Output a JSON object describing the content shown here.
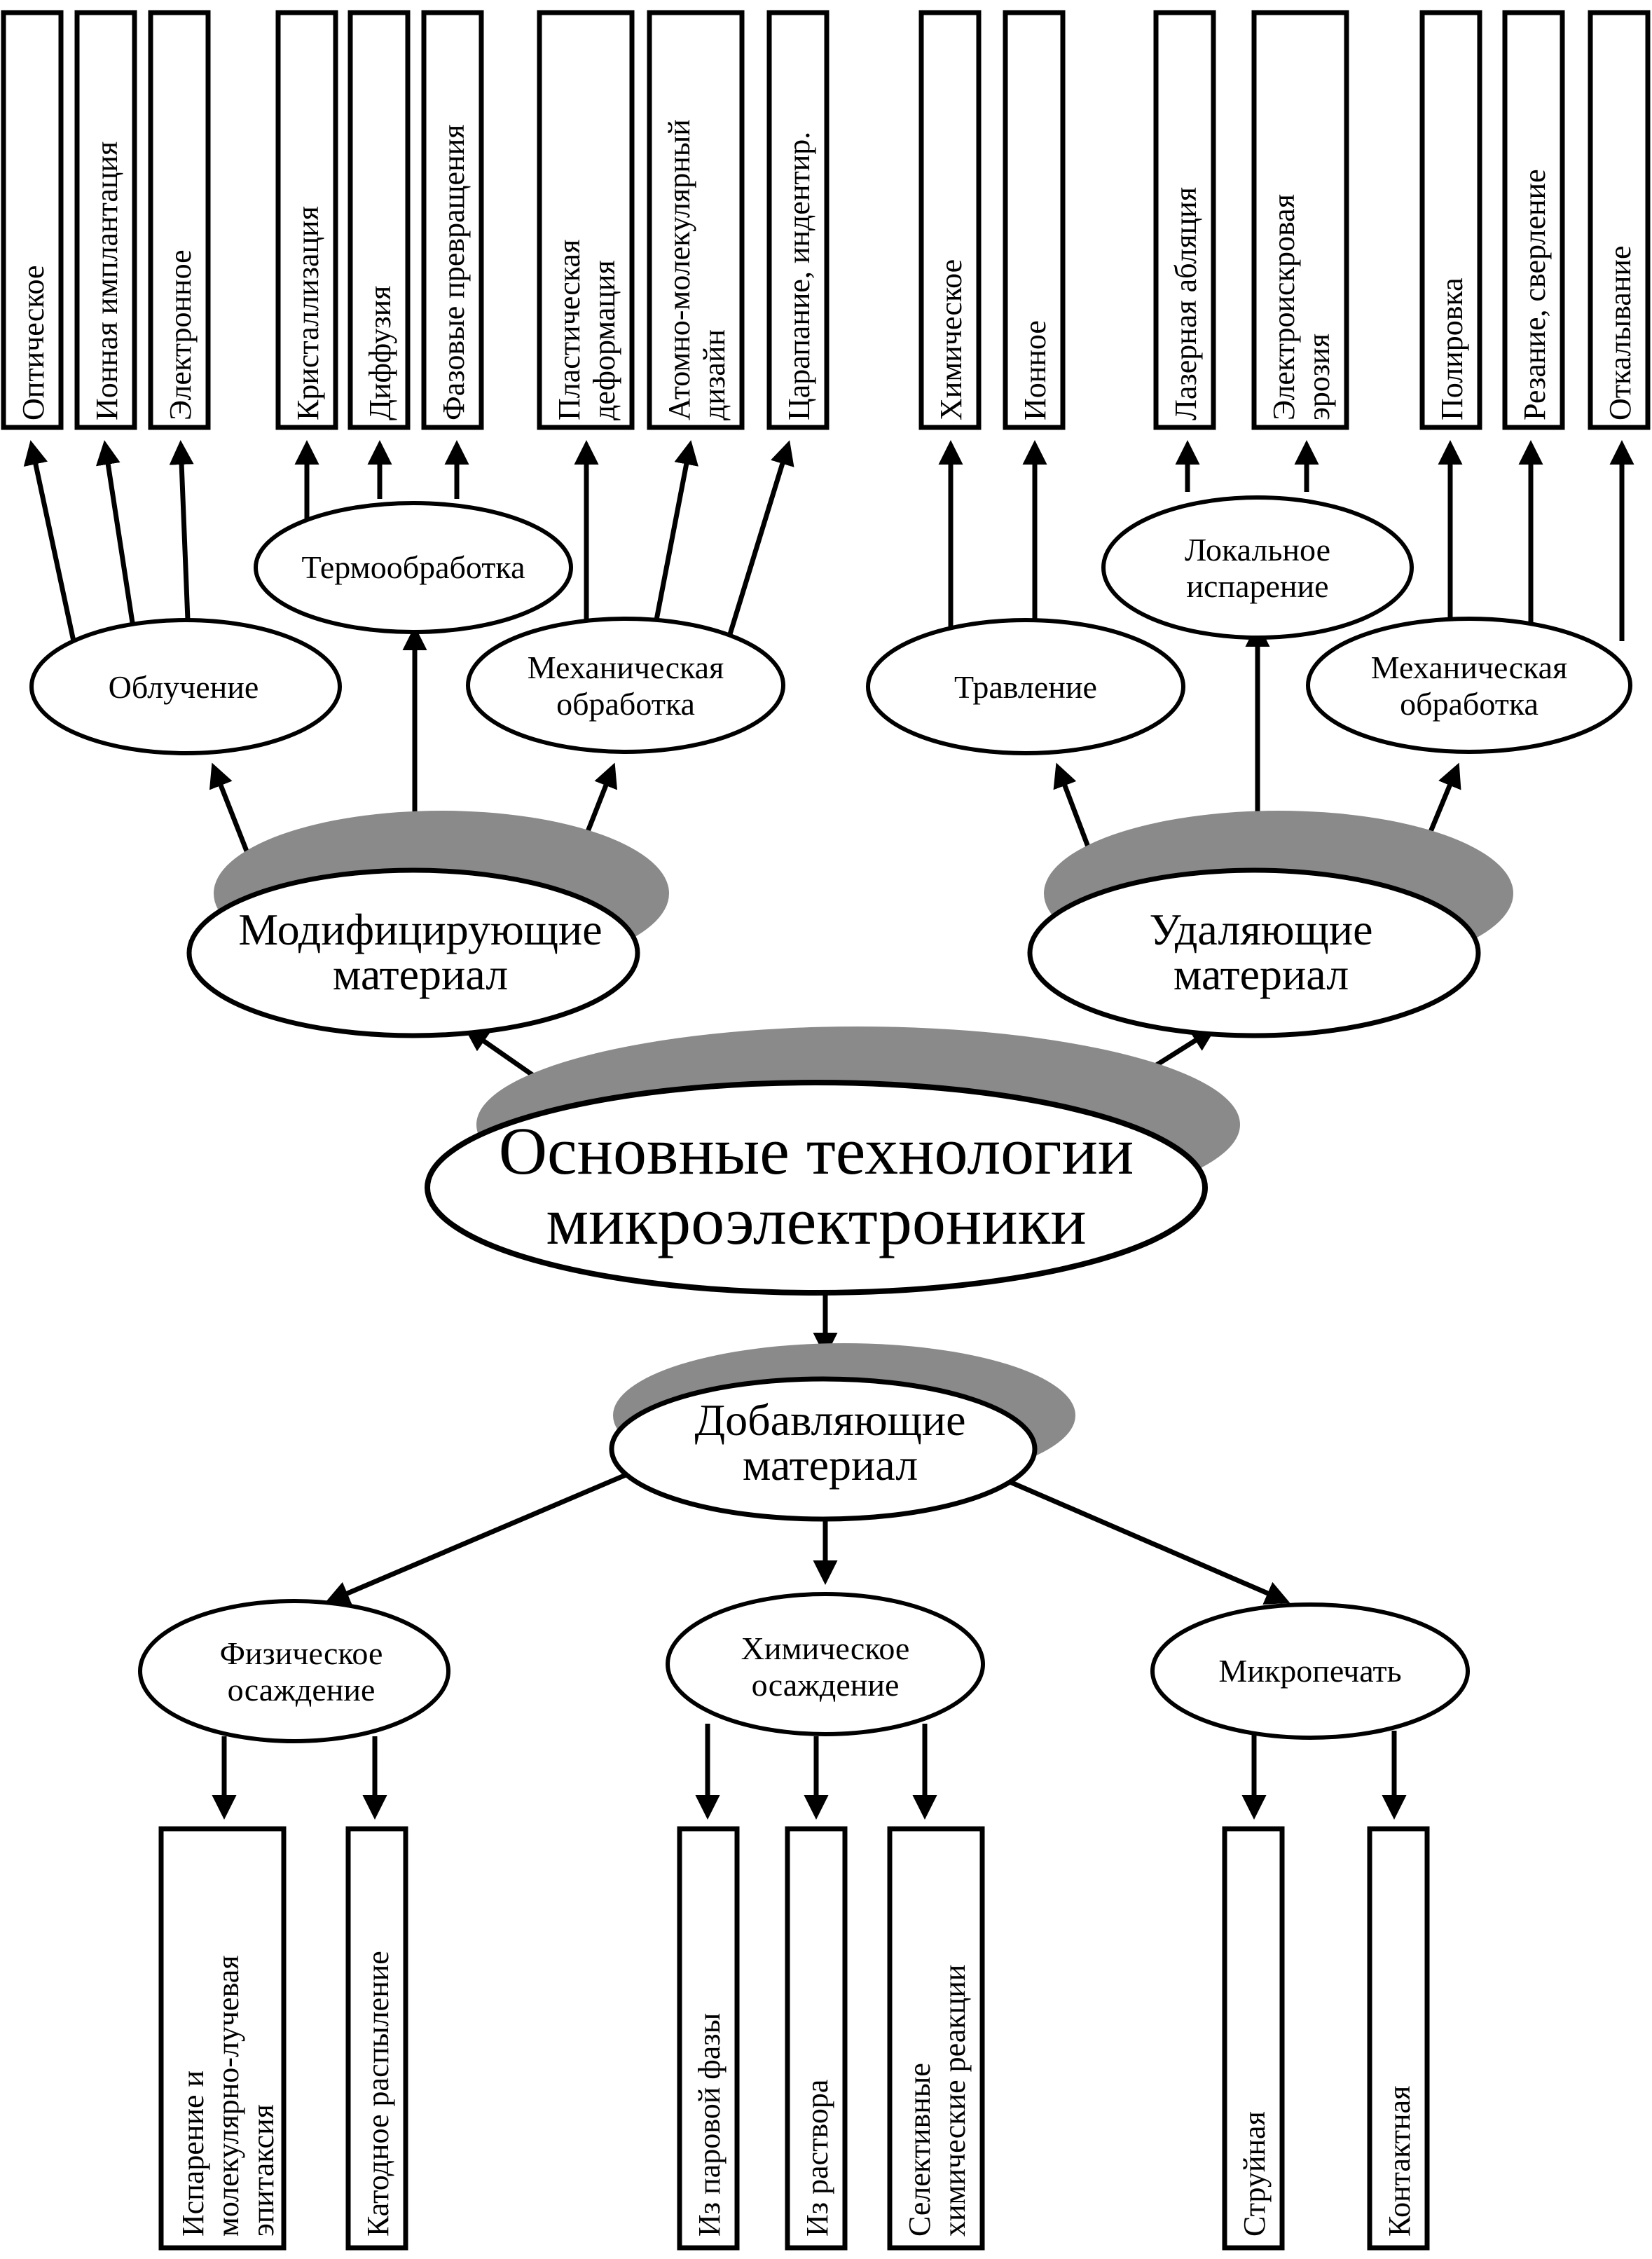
{
  "root": {
    "line1": "Основные технологии",
    "line2": "микроэлектроники"
  },
  "groups": {
    "modifying": {
      "line1": "Модифицирующие",
      "line2": "материал",
      "methods": {
        "irradiation": {
          "label": "Облучение",
          "leaves": [
            "Оптическое",
            "Ионная имплантация",
            "Электронное"
          ]
        },
        "heat_treatment": {
          "label": "Термообработка",
          "leaves": [
            "Кристаллизация",
            "Диффузия",
            "Фазовые превращения"
          ]
        },
        "mechanical": {
          "line1": "Механическая",
          "line2": "обработка",
          "leaves": [
            {
              "line1": "Пластическая",
              "line2": "деформация"
            },
            {
              "line1": "Атомно-молекулярный",
              "line2": "дизайн"
            },
            {
              "line1": "Царапание, индентир.",
              "line2": ""
            }
          ]
        }
      }
    },
    "removing": {
      "line1": "Удаляющие",
      "line2": "материал",
      "methods": {
        "etching": {
          "label": "Травление",
          "leaves": [
            "Химическое",
            "Ионное"
          ]
        },
        "local_evaporation": {
          "line1": "Локальное",
          "line2": "испарение",
          "leaves": [
            {
              "line1": "Лазерная абляция",
              "line2": ""
            },
            {
              "line1": "Электроискровая",
              "line2": "эрозия"
            }
          ]
        },
        "mechanical": {
          "line1": "Механическая",
          "line2": "обработка",
          "leaves": [
            "Полировка",
            "Резание, сверление",
            "Откалывание"
          ]
        }
      }
    },
    "adding": {
      "line1": "Добавляющие",
      "line2": "материал",
      "methods": {
        "physical_deposition": {
          "line1": "Физическое",
          "line2": "осаждение",
          "leaves": [
            {
              "line1": "Испарение и",
              "line2": "молекулярно-лучевая",
              "line3": "эпитаксия"
            },
            {
              "line1": "Катодное распыление",
              "line2": "",
              "line3": ""
            }
          ]
        },
        "chemical_deposition": {
          "line1": "Химическое",
          "line2": "осаждение",
          "leaves": [
            {
              "line1": "Из паровой фазы",
              "line2": ""
            },
            {
              "line1": "Из раствора",
              "line2": ""
            },
            {
              "line1": "Селективные",
              "line2": "химические реакции"
            }
          ]
        },
        "microprinting": {
          "label": "Микропечать",
          "leaves": [
            "Струйная",
            "Контактная"
          ]
        }
      }
    }
  }
}
